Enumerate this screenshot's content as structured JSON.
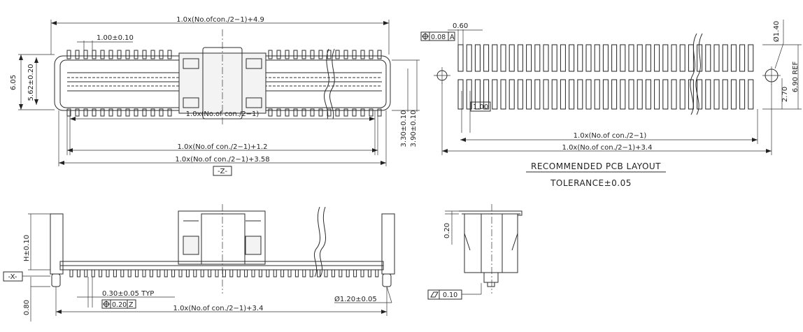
{
  "top_view": {
    "dim_overall_top": "1.0x(No.ofcon./2−1)+4.9",
    "dim_pitch": "1.00±0.10",
    "dim_height_outer": "6.05",
    "dim_height_inner": "5.62±0.20",
    "dim_pins": "1.0x(No.of con./2−1)",
    "dim_pins_plus": "1.0x(No.of con./2−1)+1.2",
    "dim_overall_bottom": "1.0x(No.of con./2−1)+3.58",
    "datum_z": "-Z-",
    "dim_right_1": "3.30±0.10",
    "dim_right_2": "3.90±0.10"
  },
  "pcb_layout": {
    "dim_pad_width": "0.60",
    "tolerance_frame_value": "0.08",
    "tolerance_frame_datum": "A",
    "dim_hole": "Ø1.40",
    "dim_ref": "6.90 REF",
    "dim_row_gap": "2.70",
    "dim_offset": "1.00",
    "dim_pads": "1.0x(No.of con./2−1)",
    "dim_pads_plus": "1.0x(No.of con./2−1)+3.4",
    "title": "RECOMMENDED PCB LAYOUT",
    "tolerance": "TOLERANCE±0.05"
  },
  "front_view": {
    "dim_height": "H±0.10",
    "datum_x": "-X-",
    "dim_lead": "0.30±0.05 TYP",
    "frame_value": "0.20",
    "frame_datum": "Z",
    "dim_post": "Ø1.20±0.05",
    "dim_bottom": "1.0x(No.of con./2−1)+3.4",
    "dim_standoff": "0.80"
  },
  "side_view": {
    "dim_top": "0.20",
    "flatness_value": "0.10"
  }
}
